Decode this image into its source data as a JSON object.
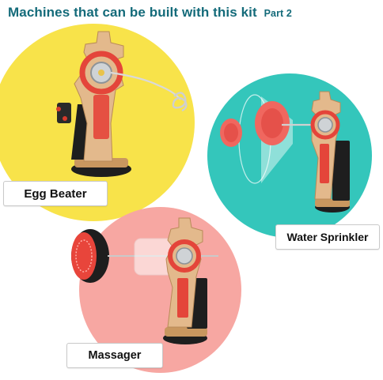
{
  "header": {
    "title": "Machines that can be built with this kit",
    "part": "Part 2"
  },
  "machines": [
    {
      "name": "Egg Beater"
    },
    {
      "name": "Water Sprinkler"
    },
    {
      "name": "Massager"
    }
  ],
  "colors": {
    "title": "#146b7a",
    "egg_beater_bg": "#f8e34a",
    "water_sprinkler_bg": "#34c6bb",
    "massager_bg": "#f7a7a2",
    "wood": "#e3b98c",
    "accent_red": "#e4453a",
    "body_black": "#1e1e1e"
  }
}
